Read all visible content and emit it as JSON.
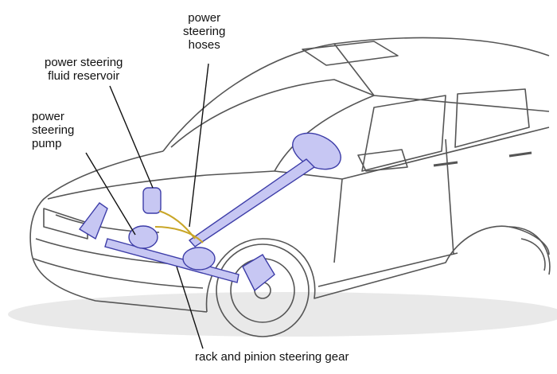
{
  "diagram": {
    "labels": {
      "hoses": [
        "power",
        "steering",
        "hoses"
      ],
      "reservoir": [
        "power steering",
        "fluid reservoir"
      ],
      "pump": [
        "power",
        "steering",
        "pump"
      ],
      "rack": [
        "rack and pinion steering gear"
      ]
    },
    "colors": {
      "outline": "#555555",
      "component_fill": "#c7c7f3",
      "component_stroke": "#3d3da8",
      "hose": "#c9a627",
      "leader": "#111111",
      "shadow": "#e2e2e2"
    }
  }
}
